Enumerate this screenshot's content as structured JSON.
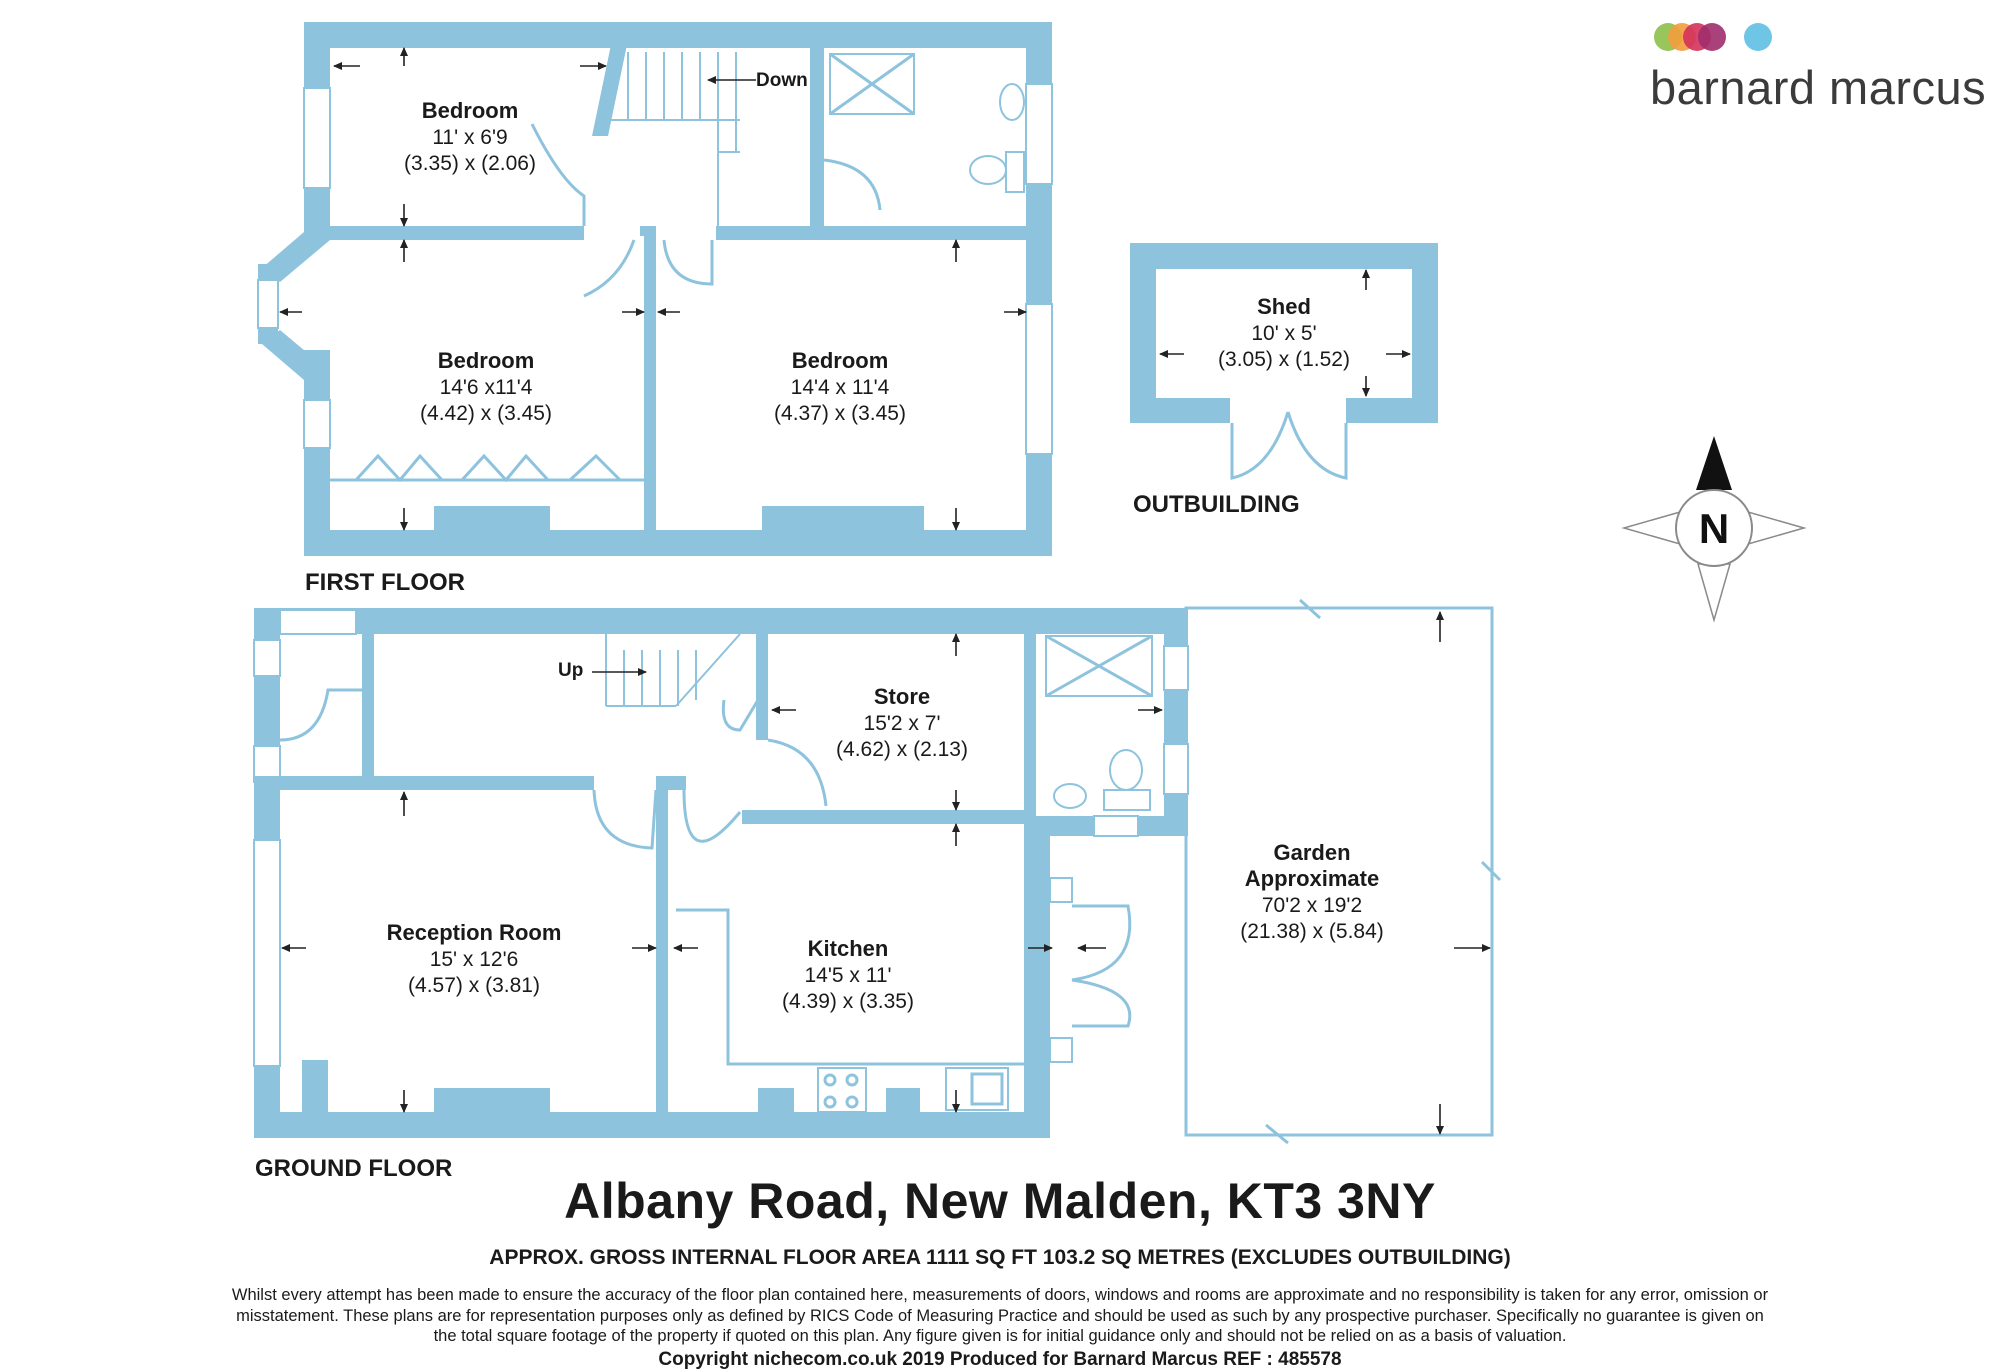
{
  "brand": {
    "name": "barnard marcus",
    "colors": [
      "#8dc04b",
      "#f39c3c",
      "#d4325c",
      "#a02d6b",
      "#6fc5e6"
    ]
  },
  "floors": {
    "first": "FIRST FLOOR",
    "ground": "GROUND FLOOR",
    "outbuilding": "OUTBUILDING"
  },
  "rooms": {
    "bedroom1": {
      "name": "Bedroom",
      "imperial": "11' x 6'9",
      "metric": "(3.35) x (2.06)"
    },
    "bedroom2": {
      "name": "Bedroom",
      "imperial": "14'6 x11'4",
      "metric": "(4.42) x (3.45)"
    },
    "bedroom3": {
      "name": "Bedroom",
      "imperial": "14'4 x 11'4",
      "metric": "(4.37) x (3.45)"
    },
    "shed": {
      "name": "Shed",
      "imperial": "10' x 5'",
      "metric": "(3.05) x (1.52)"
    },
    "store": {
      "name": "Store",
      "imperial": "15'2 x 7'",
      "metric": "(4.62) x (2.13)"
    },
    "reception": {
      "name": "Reception Room",
      "imperial": "15' x 12'6",
      "metric": "(4.57) x (3.81)"
    },
    "kitchen": {
      "name": "Kitchen",
      "imperial": "14'5 x 11'",
      "metric": "(4.39) x (3.35)"
    },
    "garden": {
      "name": "Garden",
      "name2": "Approximate",
      "imperial": "70'2 x 19'2",
      "metric": "(21.38) x (5.84)"
    }
  },
  "labels": {
    "down": "Down",
    "up": "Up",
    "compass": "N"
  },
  "title": "Albany Road, New Malden, KT3 3NY",
  "area": "APPROX. GROSS INTERNAL FLOOR AREA 1111 SQ FT 103.2 SQ METRES (EXCLUDES OUTBUILDING)",
  "disclaimer": "Whilst every attempt has been made to ensure the accuracy of the floor plan contained here, measurements of doors, windows and rooms are approximate and no responsibility is taken for any error, omission or misstatement. These plans are for representation purposes only as defined by RICS Code of Measuring Practice and should be used as such by any prospective purchaser. Specifically no guarantee is given on the total square footage of the property if quoted on this plan. Any figure given is for initial guidance only and should not be relied on as a basis of valuation.",
  "copyright": "Copyright nichecom.co.uk 2019     Produced for Barnard Marcus     REF : 485578"
}
